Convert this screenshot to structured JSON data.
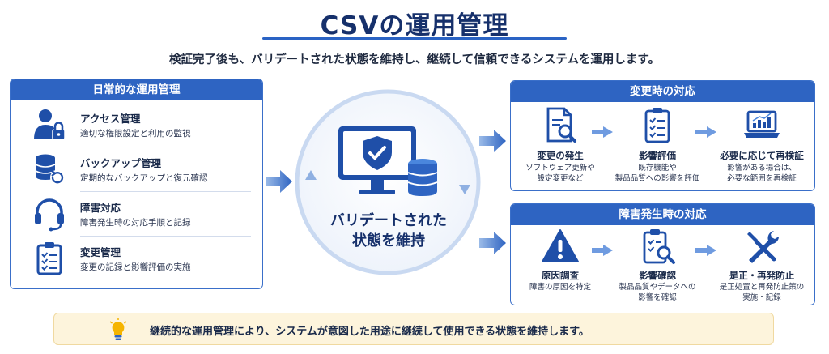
{
  "title": "CSVの運用管理",
  "subtitle": "検証完了後も、バリデートされた状態を維持し、継続して信頼できるシステムを運用します。",
  "daily": {
    "heading": "日常的な運用管理",
    "items": [
      {
        "title": "アクセス管理",
        "desc": "適切な権限設定と利用の監視",
        "icon": "user-lock-icon"
      },
      {
        "title": "バックアップ管理",
        "desc": "定期的なバックアップと復元確認",
        "icon": "database-restore-icon"
      },
      {
        "title": "障害対応",
        "desc": "障害発生時の対応手順と記録",
        "icon": "headset-icon"
      },
      {
        "title": "変更管理",
        "desc": "変更の記録と影響評価の実施",
        "icon": "checklist-icon"
      }
    ]
  },
  "center": {
    "line1": "バリデートされた",
    "line2": "状態を維持"
  },
  "change": {
    "heading": "変更時の対応",
    "steps": [
      {
        "title": "変更の発生",
        "desc1": "ソフトウェア更新や",
        "desc2": "設定変更など",
        "icon": "document-search-icon"
      },
      {
        "title": "影響評価",
        "desc1": "既存機能や",
        "desc2": "製品品質への影響を評価",
        "icon": "clipboard-check-icon"
      },
      {
        "title": "必要に応じて再検証",
        "desc1": "影響がある場合は、",
        "desc2": "必要な範囲を再検証",
        "icon": "laptop-chart-icon"
      }
    ]
  },
  "incident": {
    "heading": "障害発生時の対応",
    "steps": [
      {
        "title": "原因調査",
        "desc1": "障害の原因を特定",
        "desc2": "",
        "icon": "warning-icon"
      },
      {
        "title": "影響確認",
        "desc1": "製品品質やデータへの",
        "desc2": "影響を確認",
        "icon": "clipboard-search-icon"
      },
      {
        "title": "是正・再発防止",
        "desc1": "是正処置と再発防止策の",
        "desc2": "実施・記録",
        "icon": "tools-icon"
      }
    ]
  },
  "footer": "継続的な運用管理により、システムが意図した用途に継続して使用できる状態を維持します。",
  "colors": {
    "primary": "#2e64c2",
    "dark": "#16306b",
    "footer_bg": "#fdf4dc",
    "bulb": "#f5b400"
  }
}
